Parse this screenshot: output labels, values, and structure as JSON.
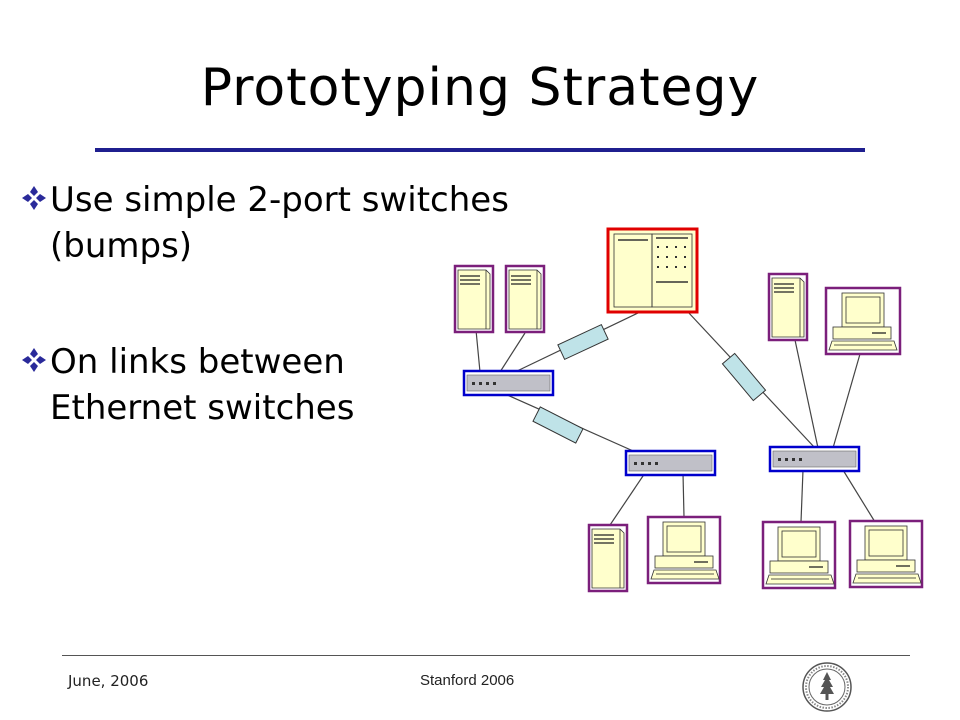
{
  "slide": {
    "title": "Prototyping Strategy",
    "bullets": [
      {
        "line1": "Use simple 2-port switches",
        "line2": "(bumps)"
      },
      {
        "line1": "On links between",
        "line2": "Ethernet switches"
      }
    ]
  },
  "footer": {
    "date": "June, 2006",
    "center": "Stanford 2006"
  },
  "colors": {
    "title_rule": "#1f1f8f",
    "device_fill": "#ffffcc",
    "host_frame": "#7b1f7b",
    "router_frame": "#e00000",
    "switch_frame": "#0000cc",
    "switch_body": "#c0c0c8",
    "bump_fill": "#bfe3e8"
  }
}
